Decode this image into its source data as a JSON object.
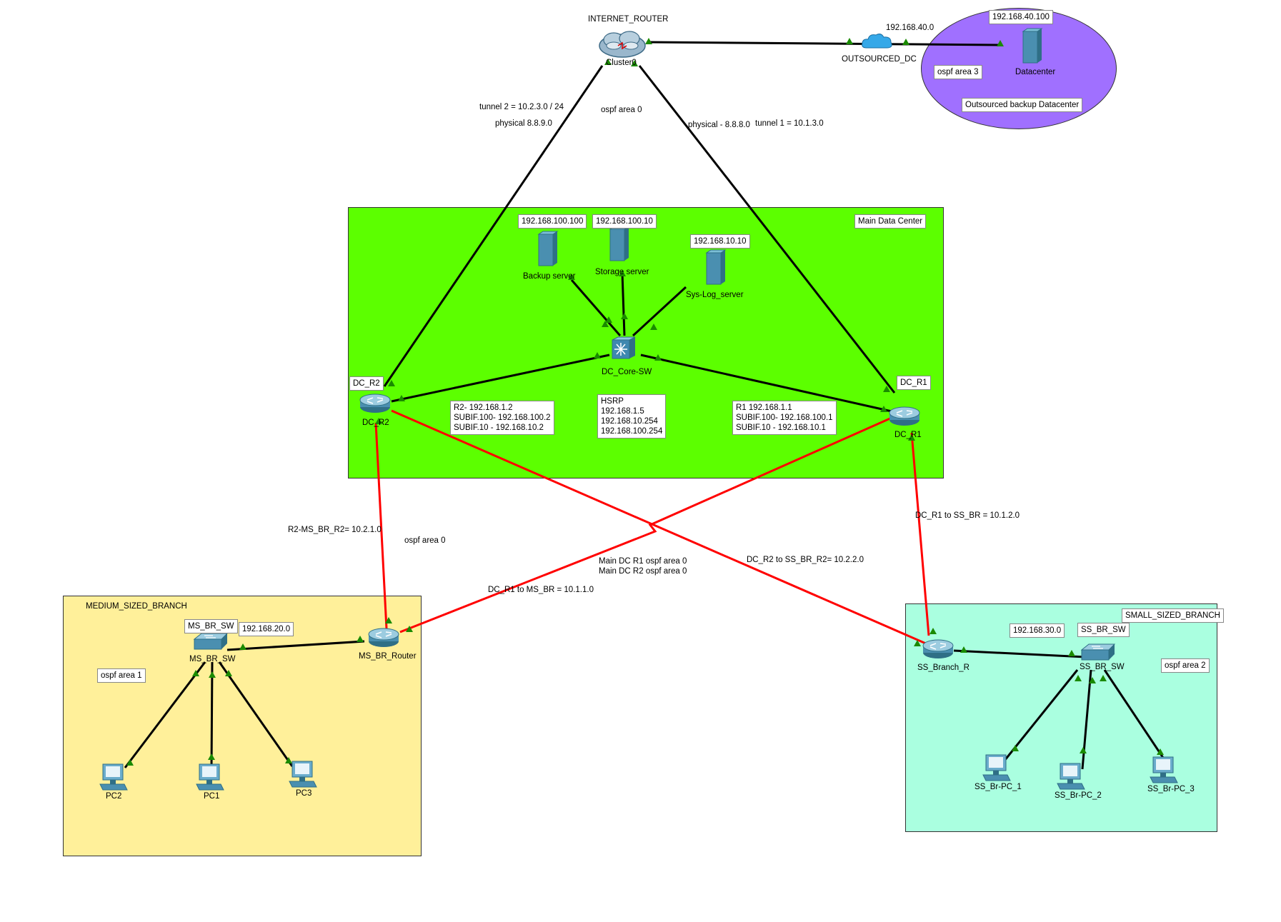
{
  "zones": {
    "main_dc": {
      "title": "Main Data Center",
      "color": "#5cff00"
    },
    "medium_branch": {
      "title": "MEDIUM_SIZED_BRANCH",
      "color": "#fff09a"
    },
    "small_branch": {
      "title": "SMALL_SIZED_BRANCH",
      "color": "#aaffe0"
    },
    "outsourced": {
      "caption": "Outsourced backup Datacenter",
      "color": "#a070ff"
    }
  },
  "devices": {
    "internet_router": {
      "name": "Cluster0",
      "title": "INTERNET_ROUTER"
    },
    "outsourced_cloud": {
      "name": "OUTSOURCED_DC"
    },
    "datacenter_server": {
      "name": "Datacenter",
      "ip": "192.168.40.100"
    },
    "backup_server": {
      "name": "Backup server",
      "ip": "192.168.100.100"
    },
    "storage_server": {
      "name": "Storage server",
      "ip": "192.168.100.10"
    },
    "syslog_server": {
      "name": "Sys-Log_server",
      "ip": "192.168.10.10"
    },
    "core_switch": {
      "name": "DC_Core-SW"
    },
    "dc_r2": {
      "name": "DC_R2",
      "tag": "DC_R2"
    },
    "dc_r1": {
      "name": "DC_R1",
      "tag": "DC_R1"
    },
    "ms_br_sw": {
      "name": "MS_BR_SW",
      "tag": "MS_BR_SW"
    },
    "ms_br_router": {
      "name": "MS_BR_Router"
    },
    "ss_branch_r": {
      "name": "SS_Branch_R"
    },
    "ss_br_sw": {
      "name": "SS_BR_SW",
      "tag": "SS_BR_SW"
    },
    "pc1": {
      "name": "PC1"
    },
    "pc2": {
      "name": "PC2"
    },
    "pc3": {
      "name": "PC3"
    },
    "ss_pc1": {
      "name": "SS_Br-PC_1"
    },
    "ss_pc2": {
      "name": "SS_Br-PC_2"
    },
    "ss_pc3": {
      "name": "SS_Br-PC_3"
    }
  },
  "labels": {
    "net_40": "192.168.40.0",
    "ospf_area3": "ospf area 3",
    "tunnel2": "tunnel 2 = 10.2.3.0 /  24",
    "physical_889": "physical 8.8.9.0",
    "ospf_area0_top": "ospf area 0",
    "physical_888": "physical - 8.8.8.0",
    "tunnel1": "tunnel 1 = 10.1.3.0",
    "r2_info": "R2- 192.168.1.2\nSUBIF.100- 192.168.100.2\nSUBIF.10 - 192.168.10.2",
    "hsrp_info": "HSRP\n192.168.1.5\n192.168.10.254\n192.168.100.254",
    "r1_info": "R1 192.168.1.1\nSUBIF.100- 192.168.100.1\nSUBIF.10 - 192.168.10.1",
    "r2_ms_link": "R2-MS_BR_R2= 10.2.1.0",
    "ospf_area0_mid": "ospf area 0",
    "r1_ss_link": "DC_R1 to SS_BR = 10.1.2.0",
    "main_dc_ospf": "Main DC R1 ospf area 0\nMain DC R2 ospf area 0",
    "r2_ss_link": "DC_R2 to SS_BR_R2= 10.2.2.0",
    "r1_ms_link": "DC_R1 to MS_BR = 10.1.1.0",
    "net_20": "192.168.20.0",
    "ospf_area1": "ospf area 1",
    "net_30": "192.168.30.0",
    "ospf_area2": "ospf area 2"
  },
  "colors": {
    "link_black": "#000000",
    "link_red": "#ff0000",
    "link_up": "#1a8a00",
    "device_blue": "#4a8fb0"
  }
}
